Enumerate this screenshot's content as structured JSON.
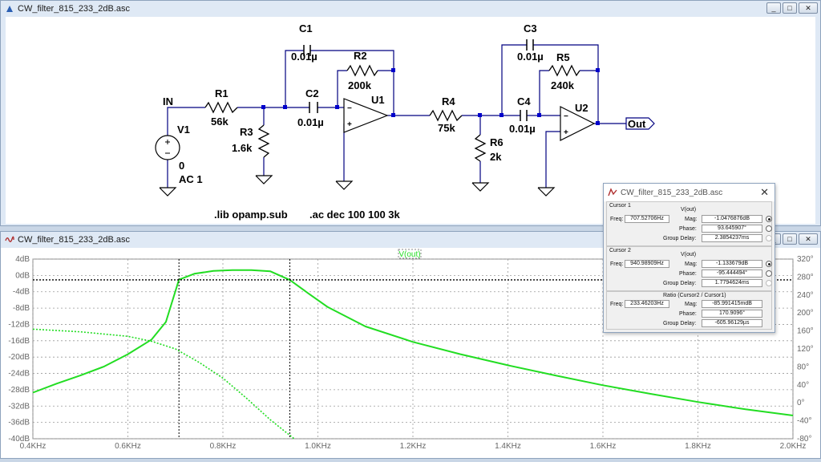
{
  "schematic_window": {
    "title": "CW_filter_815_233_2dB.asc",
    "buttons": [
      "_",
      "□",
      "✕"
    ],
    "labels": {
      "in": "IN",
      "v1": "V1",
      "v1_dc": "0",
      "v1_ac": "AC 1",
      "r1": "R1",
      "r1_val": "56k",
      "r3": "R3",
      "r3_val": "1.6k",
      "c1": "C1",
      "c1_val": "0.01µ",
      "c2": "C2",
      "c2_val": "0.01µ",
      "r2": "R2",
      "r2_val": "200k",
      "u1": "U1",
      "r4": "R4",
      "r4_val": "75k",
      "r6": "R6",
      "r6_val": "2k",
      "c3": "C3",
      "c3_val": "0.01µ",
      "c4": "C4",
      "c4_val": "0.01µ",
      "r5": "R5",
      "r5_val": "240k",
      "u2": "U2",
      "out": "Out"
    },
    "directives": {
      "lib": ".lib opamp.sub",
      "ac": ".ac dec 100 100 3k"
    }
  },
  "plot_window": {
    "title": "CW_filter_815_233_2dB.asc",
    "buttons": [
      "_",
      "□",
      "✕"
    ],
    "trace_label": "V(out)"
  },
  "cursor_dialog": {
    "title": "CW_filter_815_233_2dB.asc",
    "cursor1": {
      "title": "Cursor 1",
      "trace": "V(out)",
      "freq_label": "Freq:",
      "freq": "707.52706Hz",
      "mag_label": "Mag:",
      "mag": "-1.0476876dB",
      "phase_label": "Phase:",
      "phase": "93.645907°",
      "gd_label": "Group Delay:",
      "gd": "2.3854237ms"
    },
    "cursor2": {
      "title": "Cursor 2",
      "trace": "V(out)",
      "freq_label": "Freq:",
      "freq": "940.98909Hz",
      "mag_label": "Mag:",
      "mag": "-1.133679dB",
      "phase_label": "Phase:",
      "phase": "-95.444494°",
      "gd_label": "Group Delay:",
      "gd": "1.7794624ms"
    },
    "ratio": {
      "title": "Ratio (Cursor2 / Cursor1)",
      "freq_label": "Freq:",
      "freq": "233.46203Hz",
      "mag_label": "Mag:",
      "mag": "-85.991415mdB",
      "phase_label": "Phase:",
      "phase": "170.9096°",
      "gd_label": "Group Delay:",
      "gd": "-605.96129µs"
    }
  },
  "chart_data": {
    "type": "line",
    "title": "",
    "xlabel": "",
    "ylabel": "",
    "xlim": [
      400,
      2000
    ],
    "ylim": [
      -40,
      4
    ],
    "y2lim": [
      -80,
      320
    ],
    "x_ticks": [
      400,
      600,
      800,
      1000,
      1200,
      1400,
      1600,
      1800,
      2000
    ],
    "x_tick_labels": [
      "0.4KHz",
      "0.6KHz",
      "0.8KHz",
      "1.0KHz",
      "1.2KHz",
      "1.4KHz",
      "1.6KHz",
      "1.8KHz",
      "2.0KHz"
    ],
    "y_ticks": [
      4,
      0,
      -4,
      -8,
      -12,
      -16,
      -20,
      -24,
      -28,
      -32,
      -36,
      -40
    ],
    "y_tick_labels": [
      "4dB",
      "0dB",
      "-4dB",
      "-8dB",
      "-12dB",
      "-16dB",
      "-20dB",
      "-24dB",
      "-28dB",
      "-32dB",
      "-36dB",
      "-40dB"
    ],
    "y2_ticks": [
      320,
      280,
      240,
      200,
      160,
      120,
      80,
      40,
      0,
      -40,
      -80
    ],
    "y2_tick_labels": [
      "320°",
      "280°",
      "240°",
      "200°",
      "160°",
      "120°",
      "80°",
      "40°",
      "0°",
      "-40°",
      "-80°"
    ],
    "grid": true,
    "series": [
      {
        "name": "V(out)",
        "axis": "magnitude",
        "style": "solid",
        "color": "#22dd22",
        "x": [
          400,
          450,
          500,
          550,
          600,
          650,
          680,
          707.5,
          740,
          780,
          820,
          860,
          900,
          941,
          980,
          1020,
          1100,
          1200,
          1300,
          1400,
          1500,
          1600,
          1700,
          1800,
          1900,
          2000
        ],
        "y": [
          -28.7,
          -26.5,
          -24.5,
          -22.3,
          -19.3,
          -15.7,
          -11.4,
          -1.05,
          0.4,
          1.1,
          1.3,
          1.3,
          1.0,
          -1.13,
          -4.4,
          -7.7,
          -12.5,
          -16.3,
          -19.3,
          -22.0,
          -24.5,
          -26.9,
          -29.0,
          -31.0,
          -32.8,
          -34.3
        ]
      },
      {
        "name": "V(out)",
        "axis": "phase",
        "style": "dotted",
        "color": "#22dd22",
        "x": [
          400,
          500,
          600,
          650,
          700,
          750,
          800,
          850,
          900,
          950
        ],
        "y": [
          164,
          158,
          148,
          137,
          120,
          90,
          55,
          10,
          -38,
          -80
        ]
      }
    ],
    "cursors": [
      {
        "x": 707.52706,
        "y": -1.0476876
      },
      {
        "x": 940.98909,
        "y": -1.133679
      }
    ]
  },
  "colors": {
    "wire": "#000080",
    "node": "#0000cc",
    "trace": "#22dd22",
    "grid": "#888888"
  }
}
